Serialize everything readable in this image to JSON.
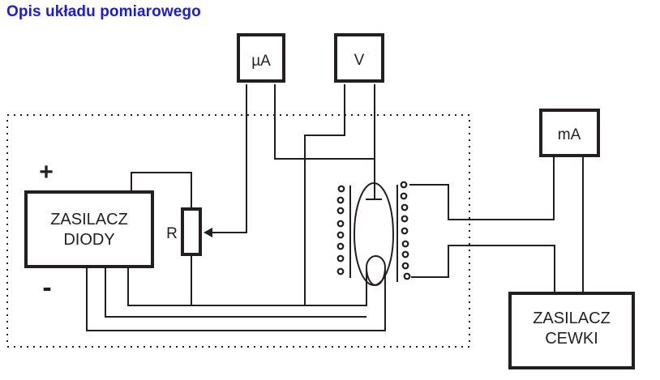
{
  "title": "Opis układu pomiarowego",
  "colors": {
    "title": "#1a1ae6",
    "lines": "#231f20",
    "background": "#ffffff"
  },
  "diagram": {
    "microammeter": {
      "label": "µA"
    },
    "voltmeter": {
      "label": "V"
    },
    "milliammeter": {
      "label": "mA"
    },
    "diode_supply": {
      "label_line1": "ZASILACZ",
      "label_line2": "DIODY"
    },
    "coil_supply": {
      "label_line1": "ZASILACZ",
      "label_line2": "CEWKI"
    },
    "resistor": {
      "label": "R"
    },
    "polarity": {
      "plus": "+",
      "minus": "-"
    }
  }
}
